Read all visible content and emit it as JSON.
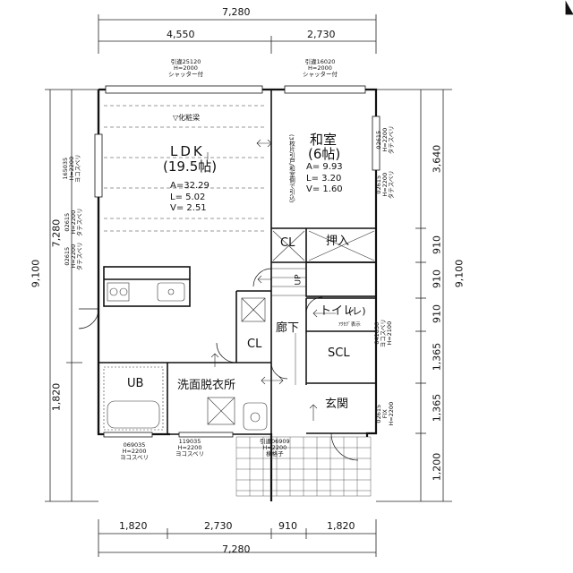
{
  "dimensions": {
    "top_total": "7,280",
    "top_left": "4,550",
    "top_right": "2,730",
    "bottom_total": "7,280",
    "bottom_segments": [
      "1,820",
      "2,730",
      "910",
      "1,820"
    ],
    "left_total": "9,100",
    "left_upper": "7,280",
    "left_lower": "1,820",
    "right_total": "9,100",
    "right_segments": [
      "3,640",
      "910",
      "910",
      "910",
      "1,365",
      "1,365",
      "1,200"
    ]
  },
  "rooms": {
    "ldk": {
      "name": "LDK",
      "size": "(19.5帖)",
      "area": "A=32.29",
      "length": "L= 5.02",
      "volume": "V= 2.51"
    },
    "washitsu": {
      "name": "和室",
      "size": "(6帖)",
      "area": "A= 9.93",
      "length": "L= 3.20",
      "volume": "V= 1.60"
    },
    "cl_upper": "CL",
    "oshiire": "押入",
    "toilet": "トイレ",
    "toilet_abbrev": "(レ)",
    "rouka": "廊下",
    "cl_lower": "CL",
    "scl": "SCL",
    "genkan": "玄関",
    "ub": "UB",
    "senmen": "洗面脱衣所"
  },
  "notes": {
    "keshouhari": "▽化粧梁",
    "up": "UP",
    "win_ldk_top": [
      "引違25120",
      "H=2000",
      "シャッター付"
    ],
    "win_wa_top": [
      "引違16020",
      "H=2000",
      "シャッター付"
    ],
    "win_entry_bottom": [
      "引違06909",
      "H=2200",
      "横格子"
    ],
    "win_ub": [
      "069035",
      "H=2200",
      "ヨコスベリ"
    ],
    "win_senmen": [
      "119035",
      "H=2200",
      "ヨコスベリ"
    ],
    "win_left_a": [
      "165035",
      "H=2200",
      "ヨコスベリ"
    ],
    "win_left_b": [
      "02615",
      "H=2200",
      "タテスベリ"
    ],
    "win_left_c": [
      "02615",
      "H=2200",
      "タテスベリ"
    ],
    "win_wa_right": [
      "02615",
      "H=2200",
      "タテスベリ"
    ],
    "win_wa_right2": [
      "02615",
      "H=2200",
      "タテスベリ"
    ],
    "win_toilet": [
      "041036",
      "ヨコスベリ",
      "H=2100"
    ],
    "win_genkan": [
      "02615",
      "FIX",
      "H=2200"
    ],
    "fusuma": "(3枚片引戸/和室側で引込)",
    "shoe_shelf": "ｱｸｾｸﾞ表示"
  }
}
